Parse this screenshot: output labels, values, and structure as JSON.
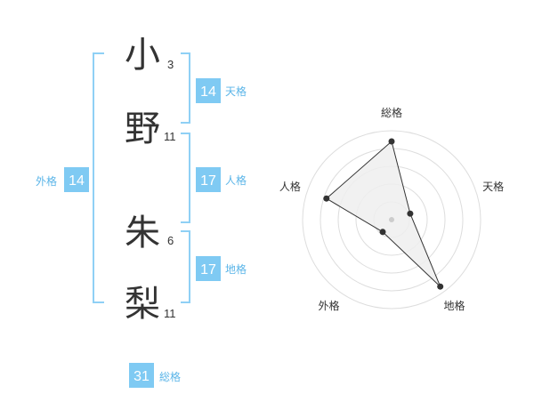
{
  "name": {
    "chars": [
      {
        "char": "小",
        "strokes": "3"
      },
      {
        "char": "野",
        "strokes": "11"
      },
      {
        "char": "朱",
        "strokes": "6"
      },
      {
        "char": "梨",
        "strokes": "11"
      }
    ]
  },
  "fortunes": {
    "tenkaku": {
      "value": "14",
      "label": "天格"
    },
    "jinkaku": {
      "value": "17",
      "label": "人格"
    },
    "chikaku": {
      "value": "17",
      "label": "地格"
    },
    "gaikaku": {
      "value": "14",
      "label": "外格"
    },
    "soukaku": {
      "value": "31",
      "label": "総格"
    }
  },
  "colors": {
    "accent": "#7fcaf3",
    "label_text": "#5bb5e8",
    "bracket": "#8fd0f5",
    "radar_fill": "#eeeeee",
    "radar_grid": "#dddddd",
    "radar_point": "#333333"
  },
  "chart_data": {
    "type": "radar",
    "axes": [
      "総格",
      "天格",
      "地格",
      "外格",
      "人格"
    ],
    "values": [
      0.88,
      0.22,
      0.93,
      0.17,
      0.77
    ],
    "rings": 5
  }
}
